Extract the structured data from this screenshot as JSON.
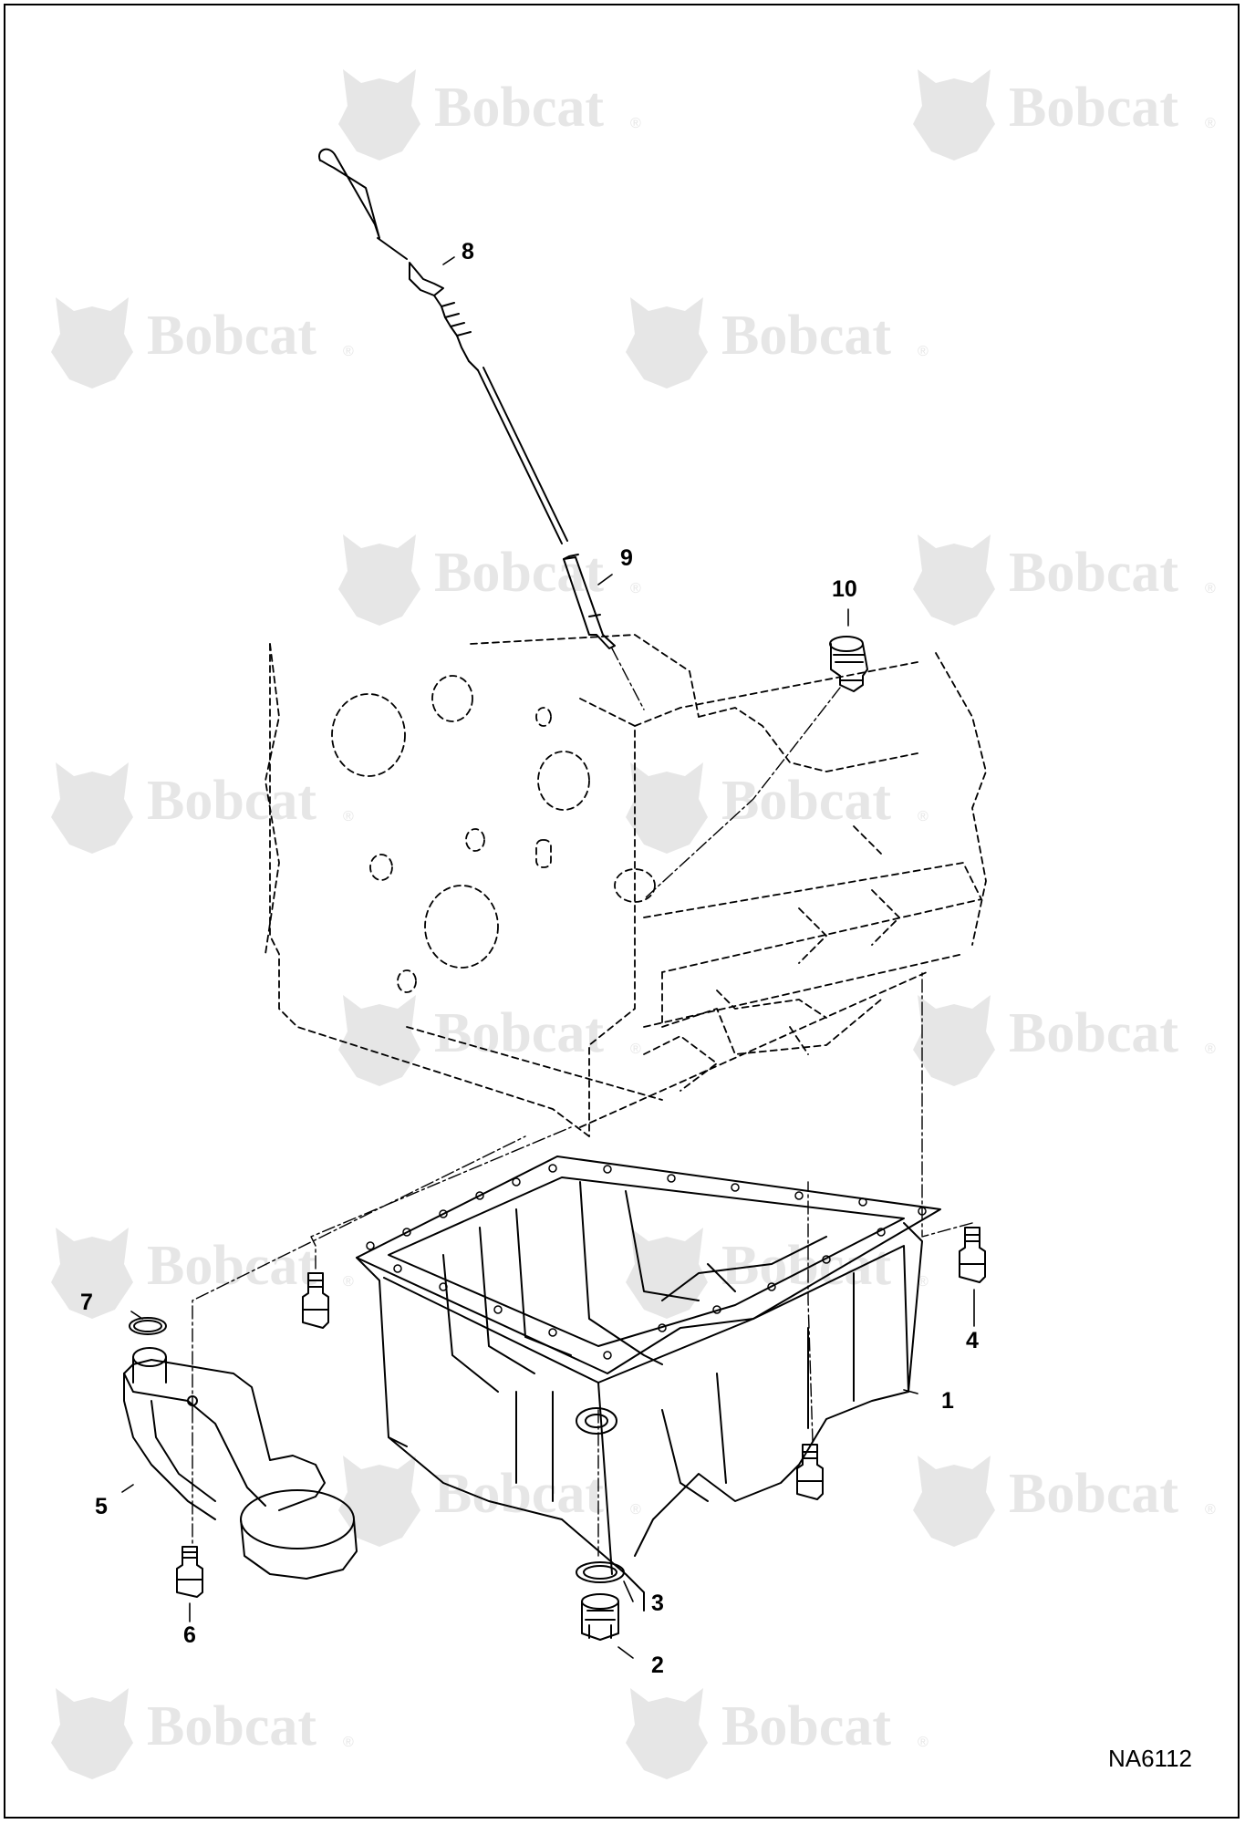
{
  "watermark": {
    "brand": "Bobcat",
    "mark": "®",
    "color": "#e6e6e6"
  },
  "callouts": {
    "p1": "1",
    "p2": "2",
    "p3": "3",
    "p4": "4",
    "p5": "5",
    "p6": "6",
    "p7": "7",
    "p8": "8",
    "p9": "9",
    "p10": "10"
  },
  "drawing_id": "NA6112",
  "colors": {
    "line": "#000000",
    "background": "#ffffff"
  }
}
